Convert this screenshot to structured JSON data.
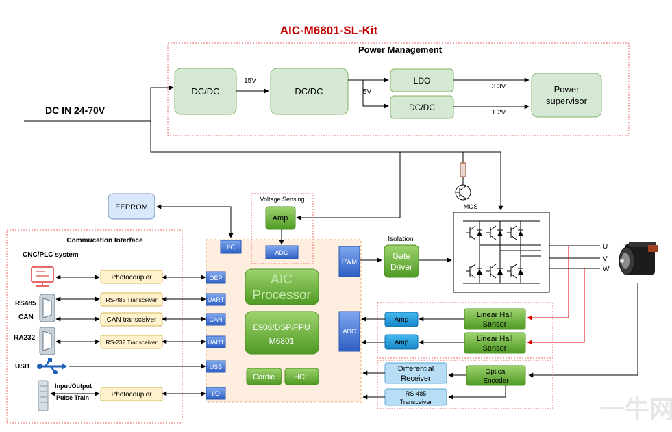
{
  "title": "AIC-M6801-SL-Kit",
  "power": {
    "group_title": "Power Management",
    "dc_in": "DC IN  24-70V",
    "dcdc1": "DC/DC",
    "v15": "15V",
    "dcdc2": "DC/DC",
    "v5": "5V",
    "ldo": "LDO",
    "dcdc3": "DC/DC",
    "v33": "3.3V",
    "v12": "1.2V",
    "supervisor": [
      "Power",
      "supervisor"
    ]
  },
  "voltage_sensing": {
    "label": "Voltage Sensing",
    "amp": "Amp",
    "adc": "ADC"
  },
  "eeprom": "EEPROM",
  "comm": {
    "title": "Commucation Interface",
    "cnc": "CNC/PLC system",
    "rs485": "RS485",
    "can": "CAN",
    "ra232": "RA232",
    "usb": "USB",
    "io_label": [
      "Input/Output",
      "Pulse Train"
    ],
    "photocoupler1": "Photocoupler",
    "rs485_tx": "RS-485 Transceiver",
    "can_tx": "CAN transceiver",
    "rs232_tx": "RS-232 Transceiver",
    "photocoupler2": "Photocoupler"
  },
  "mcu": {
    "i2c": "I²C",
    "qep": "QEP",
    "uart1": "UART",
    "can": "CAN",
    "uart2": "UART",
    "usb": "USB",
    "io": "I/O",
    "pwm": "PWM",
    "adc": "ADC",
    "aic": [
      "AIC",
      "Processor"
    ],
    "core": [
      "E906/DSP/FPU",
      "M6801"
    ],
    "cordic": "Cordic",
    "hcl": "HCL"
  },
  "isolation": "Isolation",
  "gate_driver": [
    "Gate",
    "Driver"
  ],
  "mos": "MOS",
  "phases": [
    "U",
    "V",
    "W"
  ],
  "feedback": {
    "amp1": "Amp",
    "amp2": "Amp",
    "hall1": [
      "Linear Hall",
      "Sensor"
    ],
    "hall2": [
      "Linear Hall",
      "Sensor"
    ],
    "diff_rx": [
      "Differential",
      "Receiver"
    ],
    "rs485_tx": [
      "RS-485",
      "Transceiver"
    ],
    "encoder": [
      "Optical",
      "Encoder"
    ]
  },
  "colors": {
    "title": "#c00000",
    "green_box": "#d5e8d4",
    "green_box_border": "#82b366",
    "green_dark": "#5ba12f",
    "blue_pin": "#4a7fd8",
    "cyan_box": "#1ba1e2",
    "yellow_box": "#fff2cc",
    "peach_bg": "#fdeee0",
    "light_blue": "#dae8fc",
    "red_dash": "#ea6b66",
    "red_line": "#e00000"
  },
  "watermark": "一牛网"
}
